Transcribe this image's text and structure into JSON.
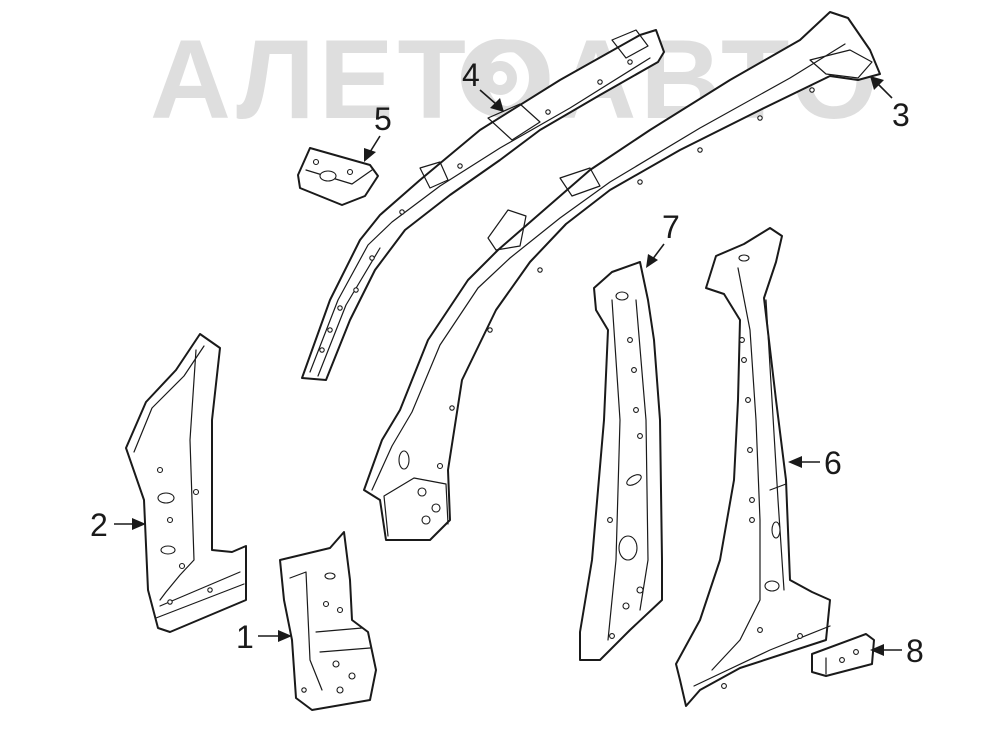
{
  "watermark": {
    "text": "АЛЕТОАВТО",
    "color": "#d6d6d6"
  },
  "callouts": {
    "p1": "1",
    "p2": "2",
    "p3": "3",
    "p4": "4",
    "p5": "5",
    "p6": "6",
    "p7": "7",
    "p8": "8"
  },
  "colors": {
    "line": "#1a1a1a",
    "fill": "#ffffff"
  }
}
